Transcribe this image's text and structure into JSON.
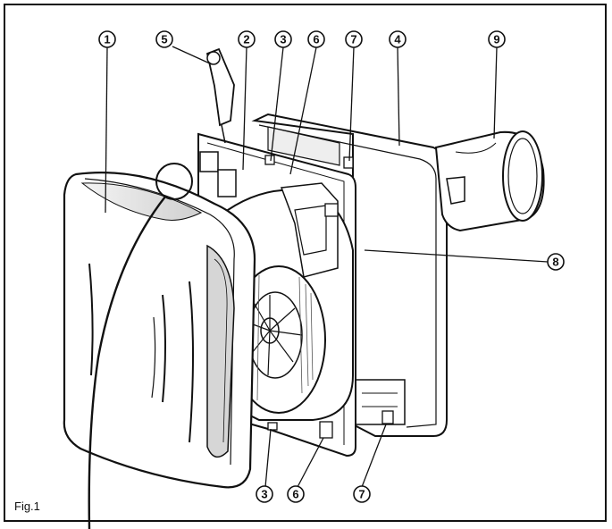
{
  "figure": {
    "label": "Fig.1"
  },
  "callouts": [
    {
      "id": "c1",
      "text": "1"
    },
    {
      "id": "c5",
      "text": "5"
    },
    {
      "id": "c2",
      "text": "2"
    },
    {
      "id": "c3top",
      "text": "3"
    },
    {
      "id": "c6top",
      "text": "6"
    },
    {
      "id": "c7top",
      "text": "7"
    },
    {
      "id": "c4",
      "text": "4"
    },
    {
      "id": "c9",
      "text": "9"
    },
    {
      "id": "c8",
      "text": "8"
    },
    {
      "id": "c3bot",
      "text": "3"
    },
    {
      "id": "c6bot",
      "text": "6"
    },
    {
      "id": "c7bot",
      "text": "7"
    }
  ]
}
